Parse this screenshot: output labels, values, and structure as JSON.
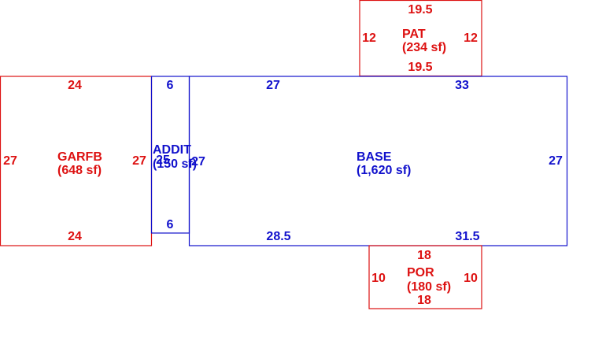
{
  "colors": {
    "red": "#dd1111",
    "blue": "#1111cc"
  },
  "pat": {
    "name": "PAT",
    "area": "(234 sf)",
    "top": "19.5",
    "bottom": "19.5",
    "left": "12",
    "right": "12"
  },
  "garfb": {
    "name": "GARFB",
    "area": "(648 sf)",
    "top": "24",
    "bottom": "24",
    "left": "27",
    "right": "27"
  },
  "addit": {
    "name": "ADDIT",
    "area": "(150 sf)",
    "top": "6",
    "bottom": "6",
    "left": "25",
    "right": "27"
  },
  "base": {
    "name": "BASE",
    "area": "(1,620 sf)",
    "top_left": "27",
    "top_right": "33",
    "bottom_left": "28.5",
    "bottom_right": "31.5",
    "right": "27"
  },
  "por": {
    "name": "POR",
    "area": "(180 sf)",
    "top": "18",
    "bottom": "18",
    "left": "10",
    "right": "10"
  }
}
